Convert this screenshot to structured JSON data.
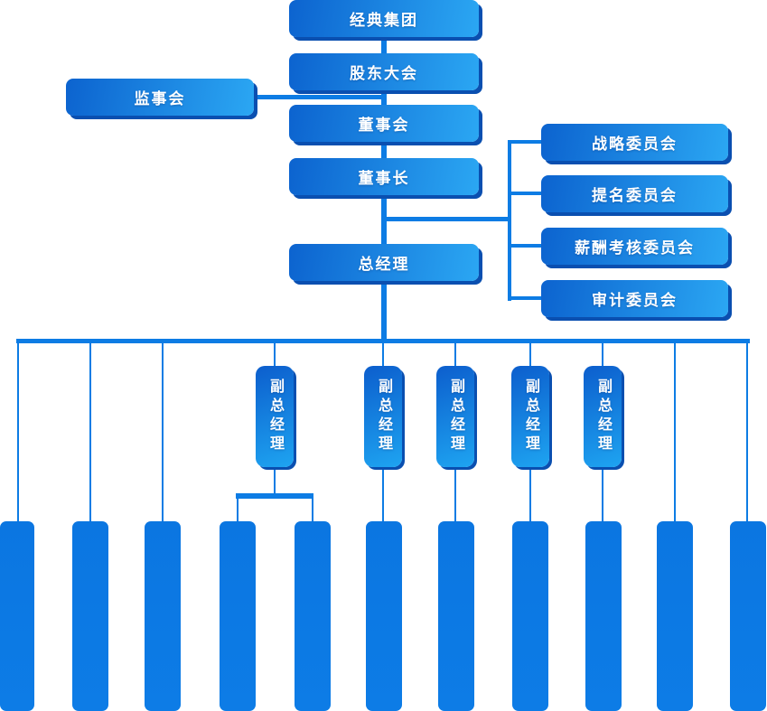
{
  "org": {
    "root": "经典集团",
    "shareholders_meeting": "股东大会",
    "supervisory_board": "监事会",
    "board_of_directors": "董事会",
    "chairman": "董事长",
    "general_manager": "总经理",
    "committees": [
      "战略委员会",
      "提名委员会",
      "薪酬考核委员会",
      "审计委员会"
    ],
    "deputy_general_managers": [
      "副总经理",
      "副总经理",
      "副总经理",
      "副总经理",
      "副总经理"
    ],
    "departments": [
      "",
      "",
      "",
      "",
      "",
      "",
      "",
      "",
      "",
      "",
      ""
    ]
  },
  "colors": {
    "line": "#0d7ce4",
    "box_gradient_start": "#0c63cf",
    "box_gradient_end": "#2ba7f3",
    "vbox_gradient_start": "#0c5ecd",
    "vbox_gradient_end": "#1ea4f1",
    "box_shadow": "#0a4fb0",
    "department_box": "#0b76e1",
    "label_text": "#ffffff",
    "background": "#ffffff"
  }
}
